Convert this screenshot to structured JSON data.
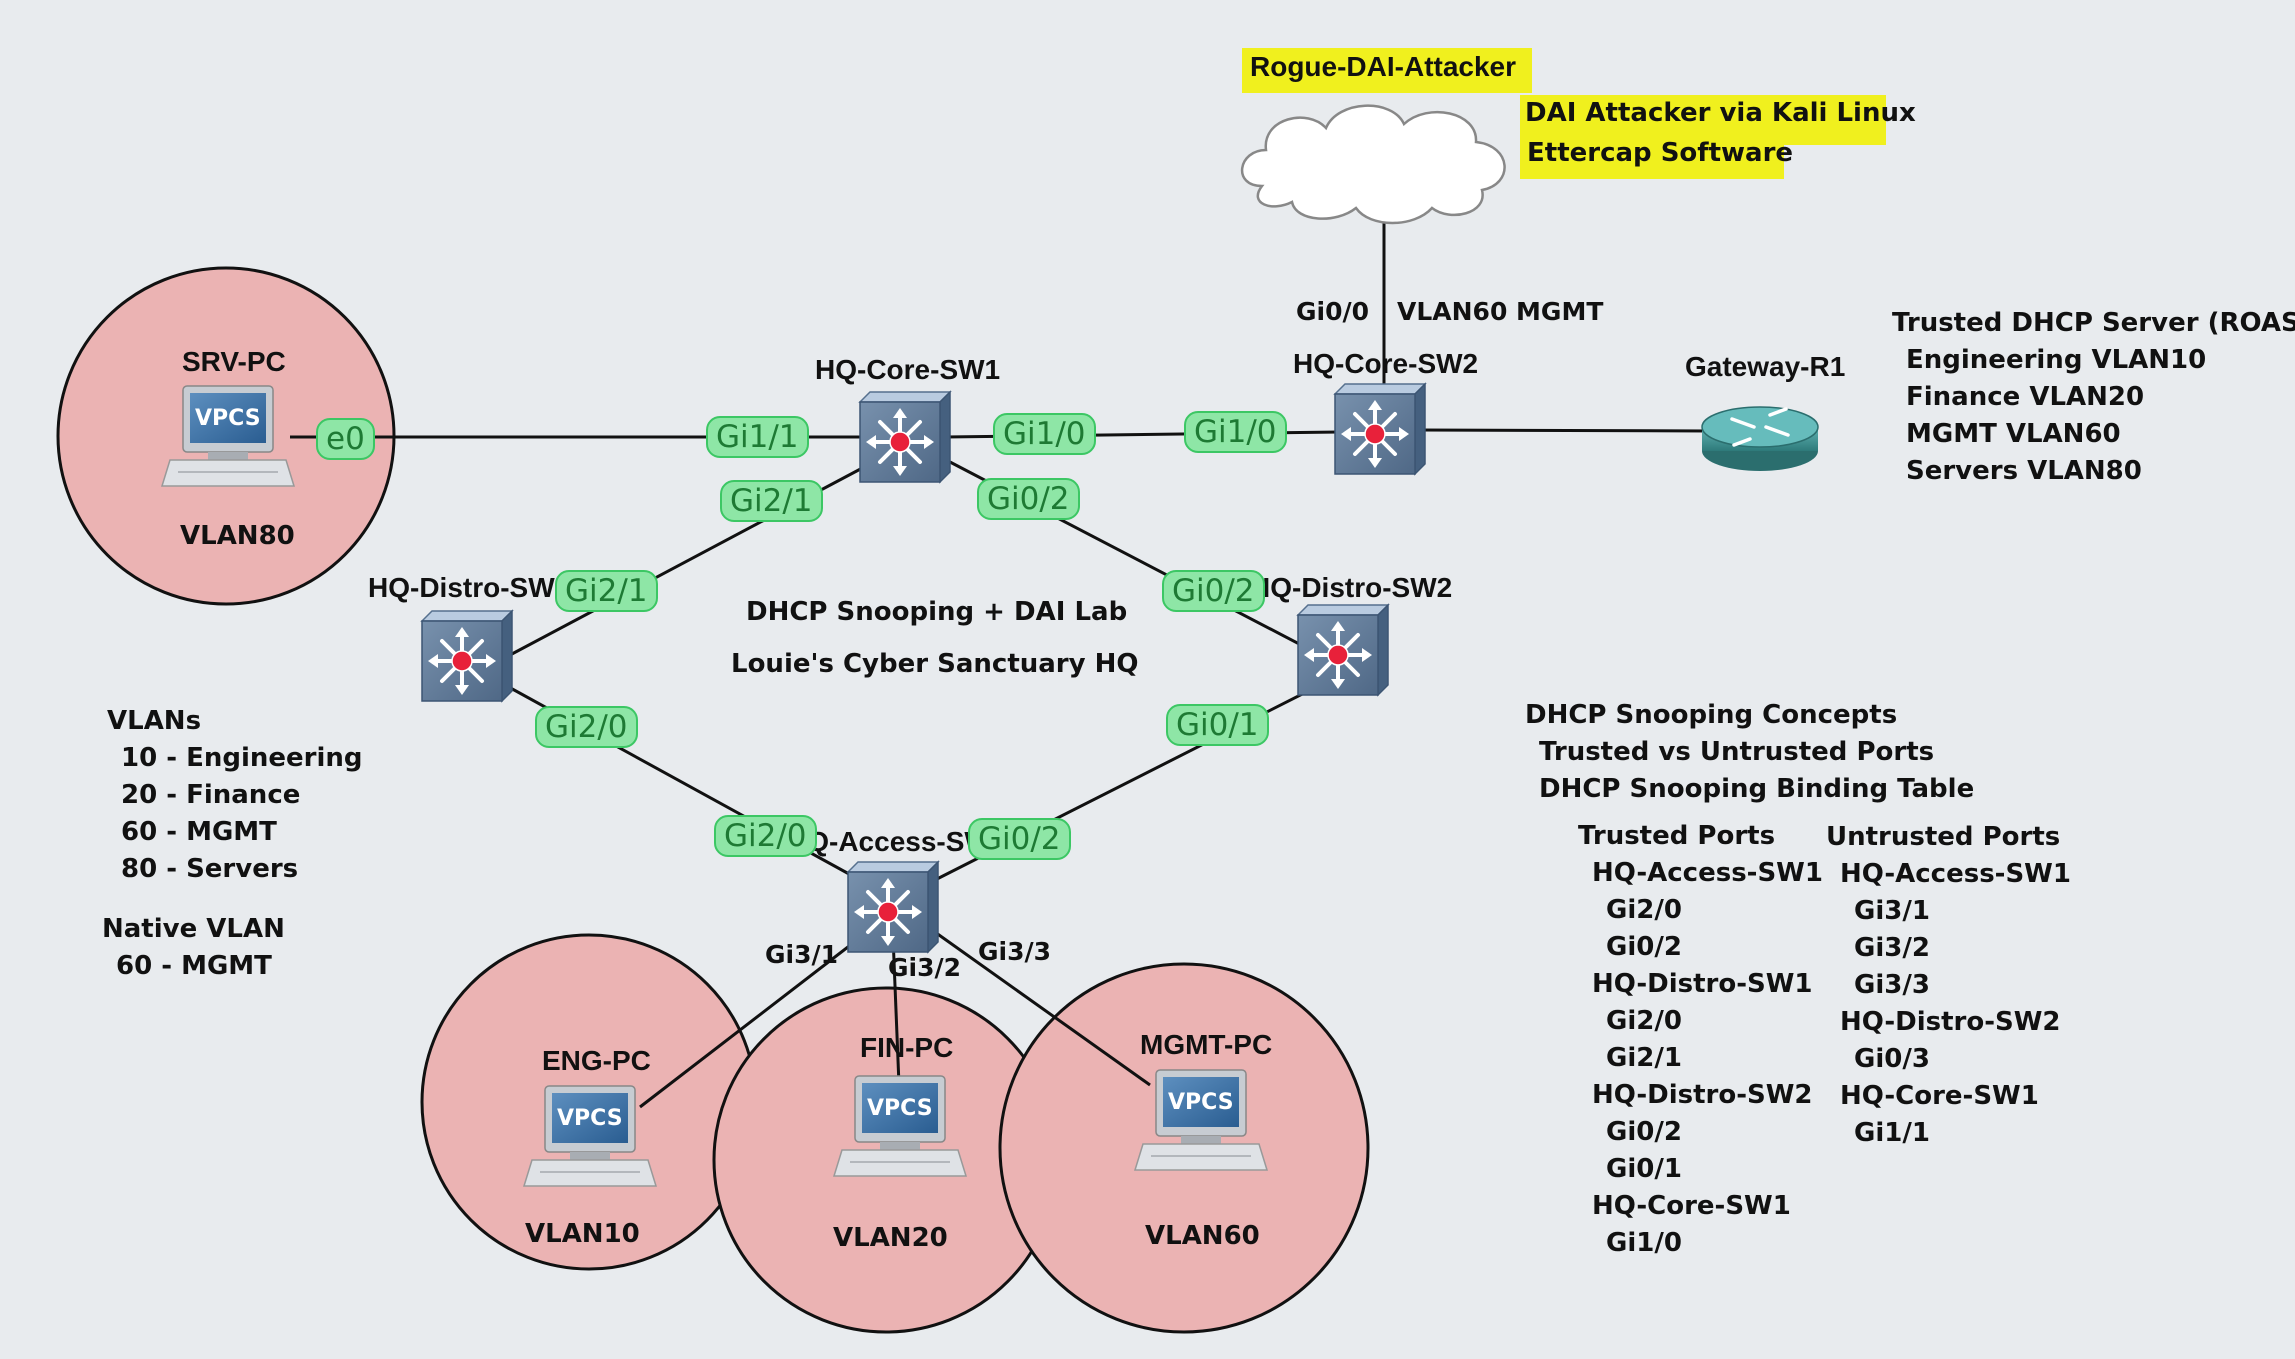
{
  "title": "DHCP Snooping + DAI Lab",
  "subtitle": "Louie's Cyber Sanctuary HQ",
  "nodes": {
    "attacker": {
      "label": "Rogue-DAI-Attacker",
      "note1": "DAI Attacker via Kali Linux",
      "note2": "Ettercap Software"
    },
    "core1": {
      "label": "HQ-Core-SW1"
    },
    "core2": {
      "label": "HQ-Core-SW2"
    },
    "gateway": {
      "label": "Gateway-R1"
    },
    "distro1": {
      "label": "HQ-Distro-SW1"
    },
    "distro2": {
      "label": "HQ-Distro-SW2"
    },
    "access1": {
      "label": "HQ-Access-SW1"
    },
    "srv_pc": {
      "label": "SRV-PC",
      "vlan": "VLAN80",
      "screen": "VPCS"
    },
    "eng_pc": {
      "label": "ENG-PC",
      "vlan": "VLAN10",
      "screen": "VPCS"
    },
    "fin_pc": {
      "label": "FIN-PC",
      "vlan": "VLAN20",
      "screen": "VPCS"
    },
    "mgmt_pc": {
      "label": "MGMT-PC",
      "vlan": "VLAN60",
      "screen": "VPCS"
    }
  },
  "ports": {
    "srv_e0": "e0",
    "core1_gi11": "Gi1/1",
    "core1_gi10": "Gi1/0",
    "core2_gi10": "Gi1/0",
    "core1_gi21": "Gi2/1",
    "core1_gi02": "Gi0/2",
    "distro1_gi21": "Gi2/1",
    "distro2_gi02": "Gi0/2",
    "distro1_gi20": "Gi2/0",
    "distro2_gi01": "Gi0/1",
    "access_gi20": "Gi2/0",
    "access_gi02": "Gi0/2",
    "access_gi31": "Gi3/1",
    "access_gi32": "Gi3/2",
    "access_gi33": "Gi3/3",
    "core2_gi00": "Gi0/0",
    "core2_vlan_mgmt": "VLAN60 MGMT"
  },
  "dhcp_server_note": [
    "Trusted DHCP Server (ROAS)",
    "Engineering VLAN10",
    "Finance VLAN20",
    "MGMT VLAN60",
    "Servers VLAN80"
  ],
  "vlans_note": [
    "VLANs",
    "10 - Engineering",
    "20 - Finance",
    "60 - MGMT",
    "80 - Servers"
  ],
  "native_vlan_note": [
    "Native VLAN",
    "60 - MGMT"
  ],
  "concepts_note": [
    "DHCP Snooping Concepts",
    "Trusted vs Untrusted Ports",
    "DHCP Snooping Binding Table"
  ],
  "trusted_ports": {
    "heading": "Trusted Ports",
    "items": [
      "HQ-Access-SW1",
      "Gi2/0",
      "Gi0/2",
      "HQ-Distro-SW1",
      "Gi2/0",
      "Gi2/1",
      "HQ-Distro-SW2",
      "Gi0/2",
      "Gi0/1",
      "HQ-Core-SW1",
      "Gi1/0"
    ]
  },
  "untrusted_ports": {
    "heading": "Untrusted Ports",
    "items": [
      "HQ-Access-SW1",
      "Gi3/1",
      "Gi3/2",
      "Gi3/3",
      "HQ-Distro-SW2",
      "Gi0/3",
      "HQ-Core-SW1",
      "Gi1/1"
    ]
  },
  "colors": {
    "background": "#e8ebee",
    "vlan_circle": "#ebb3b3",
    "port_label_bg": "#8ee6a6",
    "port_label_text": "#1e7a34",
    "highlight": "#f0f01e",
    "switch": "#6f8aa6",
    "router": "#3a8c8c"
  },
  "icons": {
    "switch": "multilayer-switch-icon",
    "router": "router-icon",
    "pc": "vpcs-pc-icon",
    "cloud": "cloud-icon"
  }
}
